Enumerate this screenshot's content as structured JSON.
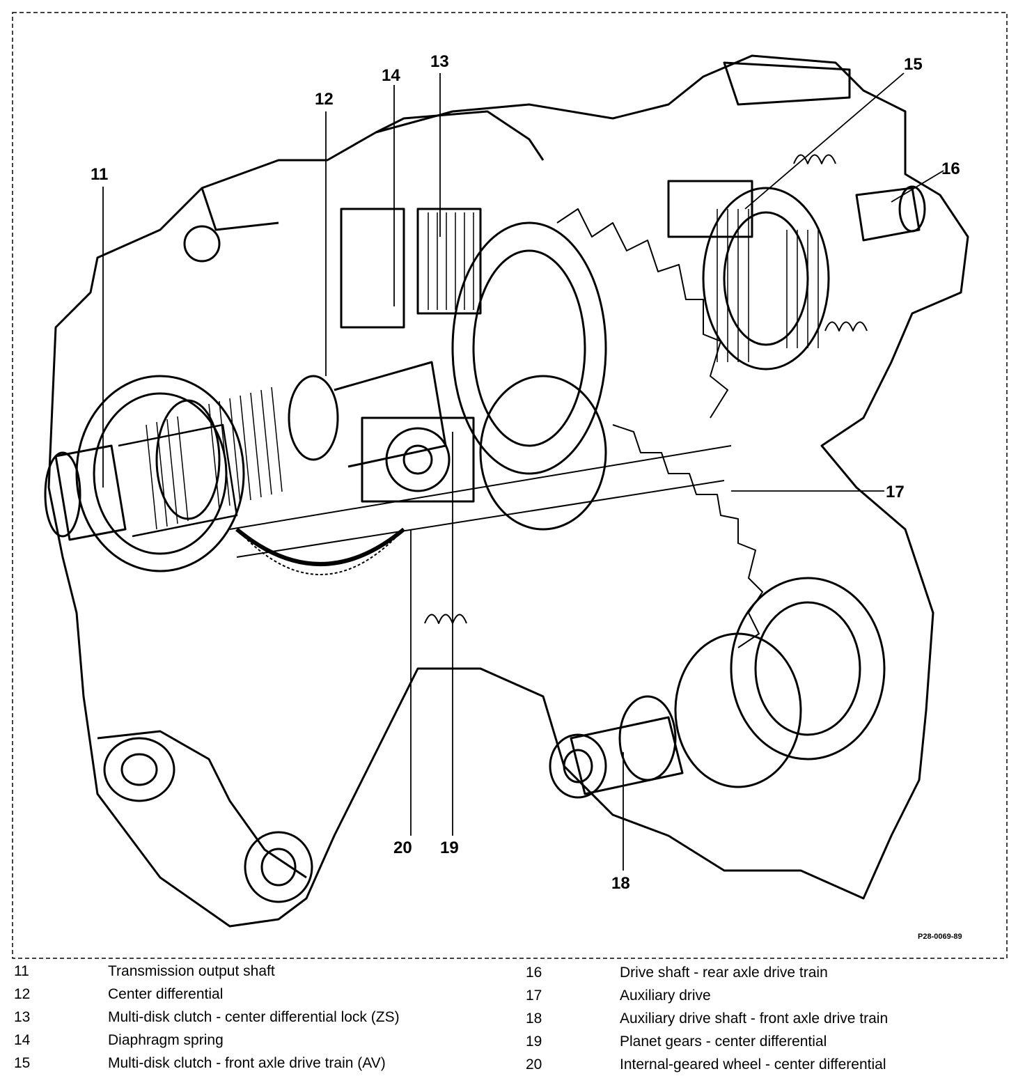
{
  "figure": {
    "code": "P28-0069-89",
    "callouts": [
      {
        "id": "11",
        "label": "11"
      },
      {
        "id": "12",
        "label": "12"
      },
      {
        "id": "13",
        "label": "13"
      },
      {
        "id": "14",
        "label": "14"
      },
      {
        "id": "15",
        "label": "15"
      },
      {
        "id": "16",
        "label": "16"
      },
      {
        "id": "17",
        "label": "17"
      },
      {
        "id": "18",
        "label": "18"
      },
      {
        "id": "19",
        "label": "19"
      },
      {
        "id": "20",
        "label": "20"
      }
    ]
  },
  "legend": {
    "left": [
      {
        "number": "11",
        "description": "Transmission output shaft"
      },
      {
        "number": "12",
        "description": "Center differential"
      },
      {
        "number": "13",
        "description": "Multi-disk clutch - center differential lock (ZS)"
      },
      {
        "number": "14",
        "description": "Diaphragm spring"
      },
      {
        "number": "15",
        "description": "Multi-disk clutch - front axle drive train (AV)"
      }
    ],
    "right": [
      {
        "number": "16",
        "description": "Drive shaft - rear axle drive train"
      },
      {
        "number": "17",
        "description": "Auxiliary drive"
      },
      {
        "number": "18",
        "description": "Auxiliary drive shaft - front axle drive train"
      },
      {
        "number": "19",
        "description": "Planet gears - center differential"
      },
      {
        "number": "20",
        "description": "Internal-geared wheel - center differential"
      }
    ]
  }
}
